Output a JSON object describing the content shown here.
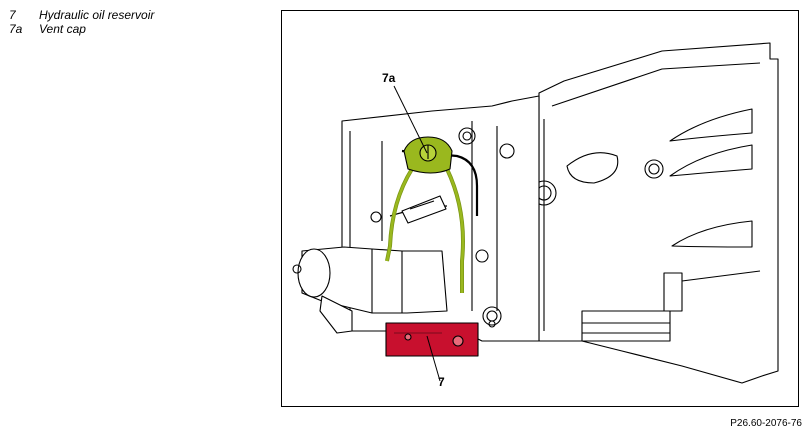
{
  "legend": {
    "items": [
      {
        "number": "7",
        "label": "Hydraulic oil reservoir"
      },
      {
        "number": "7a",
        "label": "Vent cap"
      }
    ]
  },
  "figure": {
    "callouts": {
      "vent_cap": "7a",
      "reservoir": "7"
    },
    "highlight_colors": {
      "vent_cap": "#9ab81e",
      "reservoir": "#c8102e"
    }
  },
  "figure_id": "P26.60-2076-76"
}
